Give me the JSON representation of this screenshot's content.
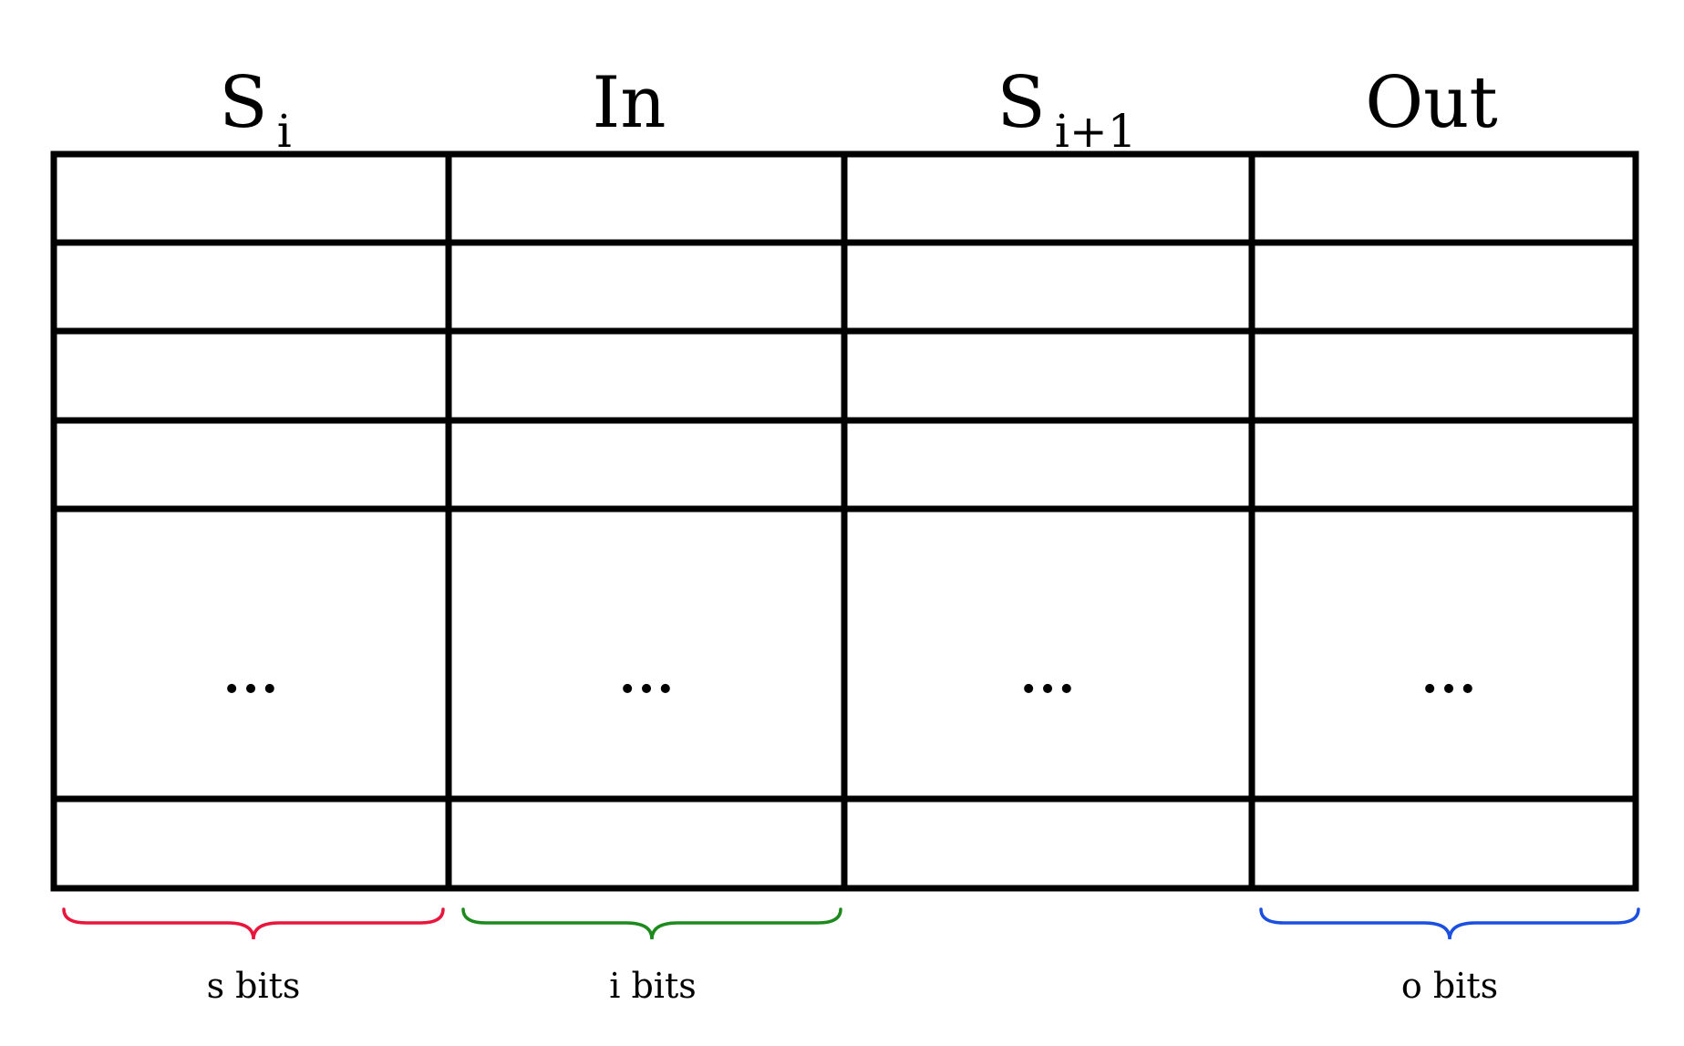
{
  "headers": {
    "col1": {
      "main": "S",
      "sub": "i"
    },
    "col2": {
      "main": "In"
    },
    "col3": {
      "main": "S",
      "sub": "i+1"
    },
    "col4": {
      "main": "Out"
    }
  },
  "ellipsis": [
    "...",
    "...",
    "...",
    "..."
  ],
  "braces": {
    "s": {
      "label": "s bits",
      "color": "#e8163c"
    },
    "i": {
      "label": "i bits",
      "color": "#1d8a1d"
    },
    "o": {
      "label": "o bits",
      "color": "#1a4fe0"
    }
  },
  "colors": {
    "grid": "#000000",
    "background": "#ffffff"
  }
}
